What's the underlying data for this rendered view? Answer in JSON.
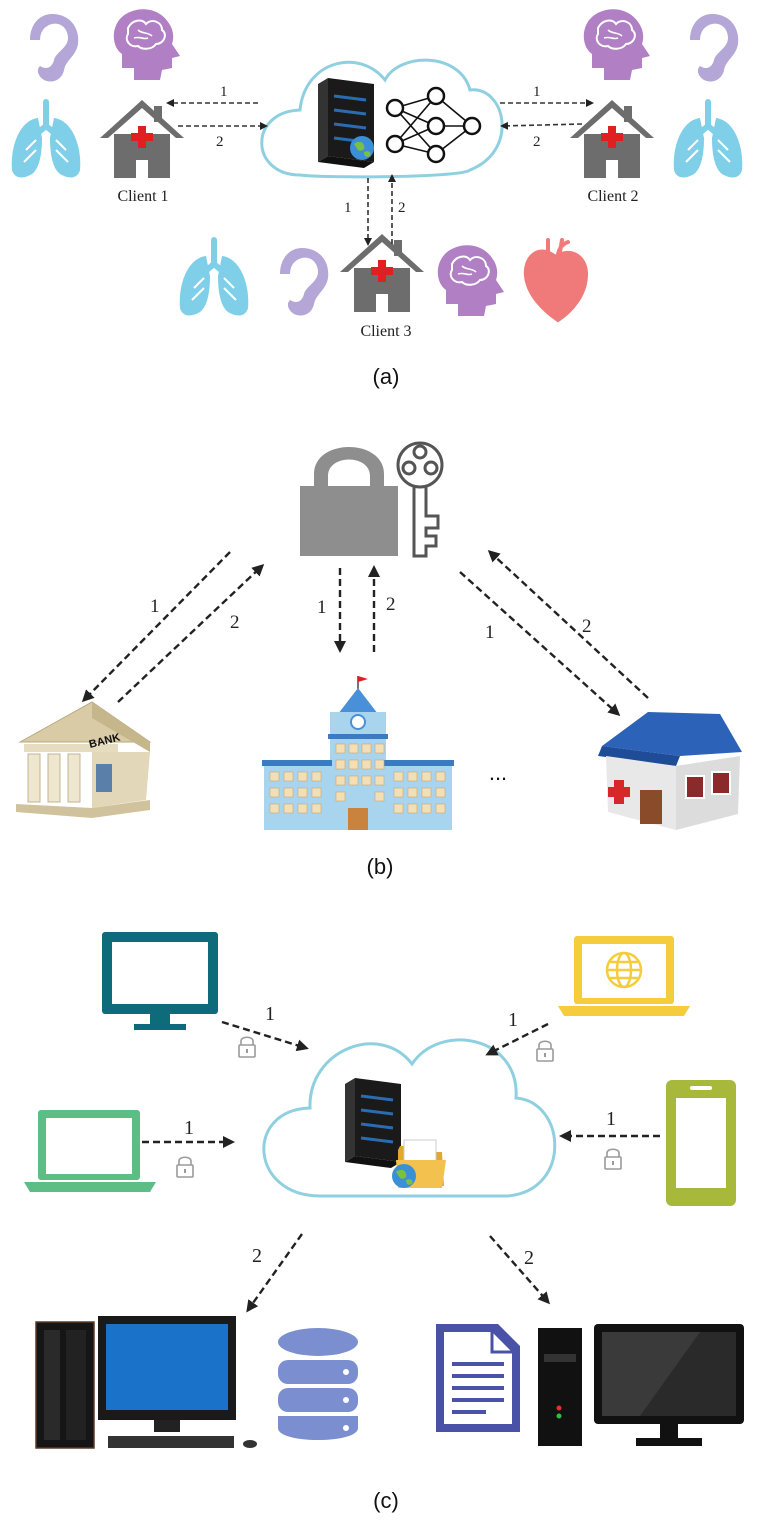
{
  "panel_a": {
    "caption": "(a)",
    "client1_label": "Client 1",
    "client2_label": "Client 2",
    "client3_label": "Client 3",
    "arrow_1": "1",
    "arrow_2": "2"
  },
  "panel_b": {
    "caption": "(b)",
    "arrow_1": "1",
    "arrow_2": "2",
    "bank_sign": "BANK",
    "ellipsis": "..."
  },
  "panel_c": {
    "caption": "(c)",
    "arrow_1": "1",
    "arrow_2": "2"
  },
  "colors": {
    "cloud": "#8fd0e0",
    "brain": "#b07fc4",
    "lung": "#7fcfe8",
    "ear": "#b4a6d6",
    "heart": "#f07a7a",
    "house": "#6d6d6d",
    "cross": "#e02020",
    "lock": "#9a9a9a",
    "monitor_teal": "#0e6c7a",
    "laptop_yellow": "#f5cd3c",
    "laptop_green": "#5cbd85",
    "phone_olive": "#a8b83a",
    "database": "#7b8fd0",
    "document": "#4a52a8"
  }
}
